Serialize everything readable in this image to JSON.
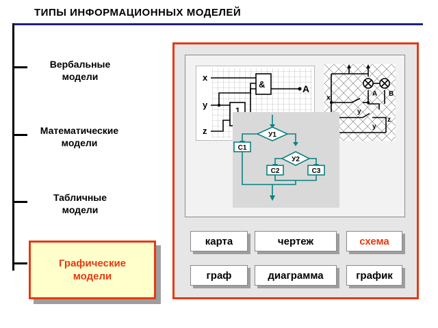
{
  "title": "ТИПЫ ИНФОРМАЦИОННЫХ МОДЕЛЕЙ",
  "categories": {
    "verbal": [
      "Вербальные",
      "модели"
    ],
    "math": [
      "Математические",
      "модели"
    ],
    "table": [
      "Табличные",
      "модели"
    ],
    "graphic": [
      "Графические",
      "модели"
    ]
  },
  "examples": {
    "map": "карта",
    "drawing": "чертеж",
    "scheme": "схема",
    "graph": "граф",
    "chart": "диаграмма",
    "plot": "график"
  },
  "logic_circuit": {
    "in_x": "x",
    "in_y": "y",
    "in_z": "z",
    "out": "A",
    "gate_and": "&",
    "gate_or": "1"
  },
  "electric_circuit": {
    "lamp_a": "A",
    "lamp_b": "B",
    "sw_x": "x",
    "sw_y": "y",
    "sw_z": "z",
    "sw_y2": "y"
  },
  "flowchart": {
    "cond1": "У1",
    "cond2": "У2",
    "act1": "C1",
    "act2": "C2",
    "act3": "C3"
  },
  "colors": {
    "accent": "#e53912",
    "title_rule": "#1a237e",
    "flow_teal": "#0a8080"
  }
}
